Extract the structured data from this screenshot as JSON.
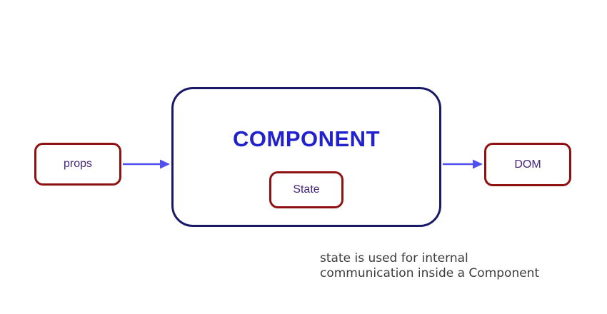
{
  "diagram": {
    "nodes": {
      "props": {
        "label": "props"
      },
      "component": {
        "title": "COMPONENT"
      },
      "state": {
        "label": "State"
      },
      "dom": {
        "label": "DOM"
      }
    },
    "arrows": [
      {
        "name": "props-to-component",
        "direction": "right"
      },
      {
        "name": "component-to-dom",
        "direction": "right"
      }
    ],
    "caption": {
      "line1": "state is used for internal",
      "line2": "communication inside a Component"
    },
    "colors": {
      "node_border_red": "#8e1212",
      "component_border_navy": "#191968",
      "component_title_blue": "#2121cd",
      "node_label_purple": "#44267a",
      "arrow_blue": "#5050f0",
      "caption_gray": "#3c3c3c",
      "background": "#ffffff"
    }
  }
}
